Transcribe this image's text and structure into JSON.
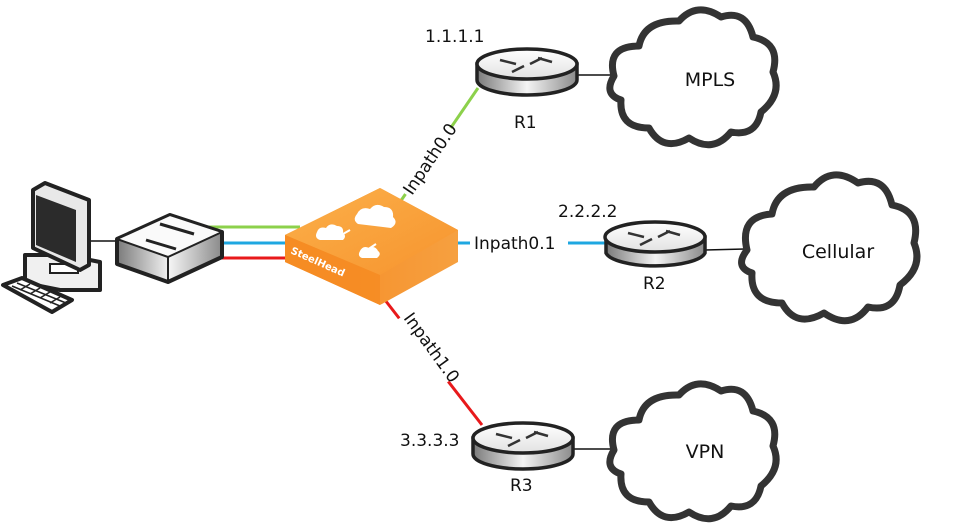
{
  "diagram": {
    "title": "",
    "appliance": {
      "name": "SteelHead",
      "label": "SteelHead",
      "color": "#f7942e"
    },
    "links": [
      {
        "id": "inpath00",
        "label": "Inpath0.0",
        "color": "#8cd14b",
        "router": "R1"
      },
      {
        "id": "inpath01",
        "label": "Inpath0.1",
        "color": "#1ea7e1",
        "router": "R2"
      },
      {
        "id": "inpath10",
        "label": "Inpath1.0",
        "color": "#e8191b",
        "router": "R3"
      }
    ],
    "routers": [
      {
        "name": "R1",
        "ip": "1.1.1.1",
        "cloud": "MPLS"
      },
      {
        "name": "R2",
        "ip": "2.2.2.2",
        "cloud": "Cellular"
      },
      {
        "name": "R3",
        "ip": "3.3.3.3",
        "cloud": "VPN"
      }
    ],
    "clouds": [
      {
        "name": "MPLS"
      },
      {
        "name": "Cellular"
      },
      {
        "name": "VPN"
      }
    ],
    "endpoints": [
      {
        "name": "workstation",
        "icon": "computer-icon"
      },
      {
        "name": "switch",
        "icon": "switch-icon"
      }
    ]
  }
}
